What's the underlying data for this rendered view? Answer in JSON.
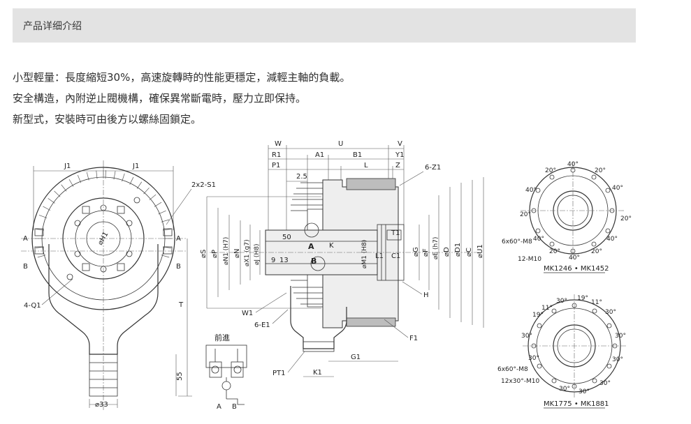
{
  "header": {
    "title": "产品详细介绍"
  },
  "description": {
    "lines": [
      "小型輕量：長度縮短30%，高速旋轉時的性能更穩定，減輕主軸的負載。",
      "安全構造，內附逆止閥機構，確保異常斷電時，壓力立即保持。",
      "新型式，安裝時可由後方以螺絲固鎖定。"
    ]
  },
  "drawing": {
    "front_view": {
      "labels": {
        "j1_left": "J1",
        "j1_right": "J1",
        "s1": "2x2-S1",
        "a_left": "A",
        "a_right": "A",
        "b_left": "B",
        "b_right": "B",
        "h1": "⌀H1",
        "q1": "4-Q1",
        "t": "T",
        "len55": "55",
        "d33": "⌀33"
      }
    },
    "valve_symbol": {
      "title": "前進",
      "a": "A",
      "b": "B"
    },
    "side_view": {
      "labels": {
        "w": "W",
        "u": "U",
        "v": "V",
        "r1": "R1",
        "a1": "A1",
        "b1": "B1",
        "y1": "Y1",
        "p1": "P1",
        "l": "L",
        "z": "Z",
        "z1": "6-Z1",
        "d25": "2.5",
        "s": "⌀S",
        "p": "⌀P",
        "n1": "⌀N1 (H7)",
        "n": "⌀N",
        "x1": "⌀X1 (g7)",
        "j": "⌀J (H8)",
        "d50": "50",
        "d9": "9",
        "d13": "13",
        "a": "A",
        "k": "K",
        "b": "B",
        "m1": "⌀M1 (H8)",
        "l1": "L1",
        "c1": "C1",
        "t1": "T1",
        "g": "⌀G",
        "f": "⌀F",
        "e": "⌀E (h7)",
        "d": "⌀D",
        "d1": "⌀D1",
        "c": "⌀C",
        "u1": "⌀U1",
        "h": "H",
        "w1": "W1",
        "e1": "6-E1",
        "f1": "F1",
        "g1": "G1",
        "k1": "K1",
        "pt1": "PT1"
      }
    },
    "pattern_top": {
      "caption": "MK1246 • MK1452",
      "angle_top": "40°",
      "angle_a": "20°",
      "angle_b": "20°",
      "angle_c": "40°",
      "angle_l1": "40°",
      "angle_l2": "20°",
      "angle_r": "20°",
      "angle_bl": "40°",
      "angle_bm": "20°",
      "angle_bb": "40°",
      "angle_br": "20°",
      "angle_bbr": "40°",
      "m8": "6x60°-M8",
      "m10": "12-M10"
    },
    "pattern_bottom": {
      "caption": "MK1775 • MK1881",
      "angle_t1": "30°",
      "angle_t2": "19°",
      "angle_t3": "11°",
      "angle_t4": "30°",
      "angle_l1": "19°",
      "angle_l2": "11°",
      "angle_l3": "30°",
      "angle_r1": "30°",
      "angle_l4": "30°",
      "angle_r2": "30°",
      "angle_b1": "30°",
      "angle_b2": "30°",
      "angle_b3": "30°",
      "m8": "6x60°-M8",
      "m10": "12x30°-M10"
    }
  }
}
